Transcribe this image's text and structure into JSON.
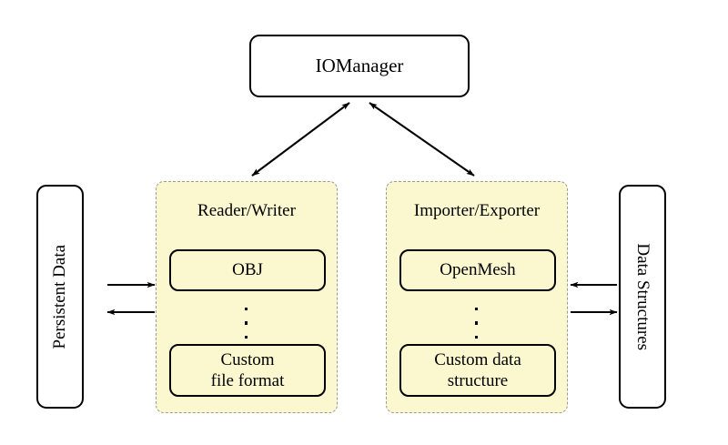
{
  "diagram": {
    "title_node": {
      "label": "IOManager"
    },
    "left_external": {
      "label": "Persistent Data"
    },
    "right_external": {
      "label": "Data Structures"
    },
    "panels": [
      {
        "title": "Reader/Writer",
        "items": [
          {
            "line1": "OBJ",
            "line2": ""
          },
          {
            "line1": "Custom",
            "line2": "file format"
          }
        ],
        "ellipsis": "vdots"
      },
      {
        "title": "Importer/Exporter",
        "items": [
          {
            "line1": "OpenMesh",
            "line2": ""
          },
          {
            "line1": "Custom data",
            "line2": "structure"
          }
        ],
        "ellipsis": "vdots"
      }
    ],
    "connections": [
      {
        "name": "manager-to-reader-writer",
        "style": "double-headed-diagonal"
      },
      {
        "name": "manager-to-importer-exporter",
        "style": "double-headed-diagonal"
      },
      {
        "name": "persistent-data-to-reader-writer",
        "style": "single-arrow-right"
      },
      {
        "name": "reader-writer-to-persistent-data",
        "style": "single-arrow-left"
      },
      {
        "name": "data-structures-to-importer-exporter",
        "style": "single-arrow-left"
      },
      {
        "name": "importer-exporter-to-data-structures",
        "style": "single-arrow-right"
      }
    ],
    "colors": {
      "panel_fill": "#fbf8d0",
      "panel_border": "#9a9a9a",
      "box_border": "#000000",
      "box_fill": "#ffffff",
      "stroke": "#000000",
      "background": "#ffffff"
    }
  }
}
